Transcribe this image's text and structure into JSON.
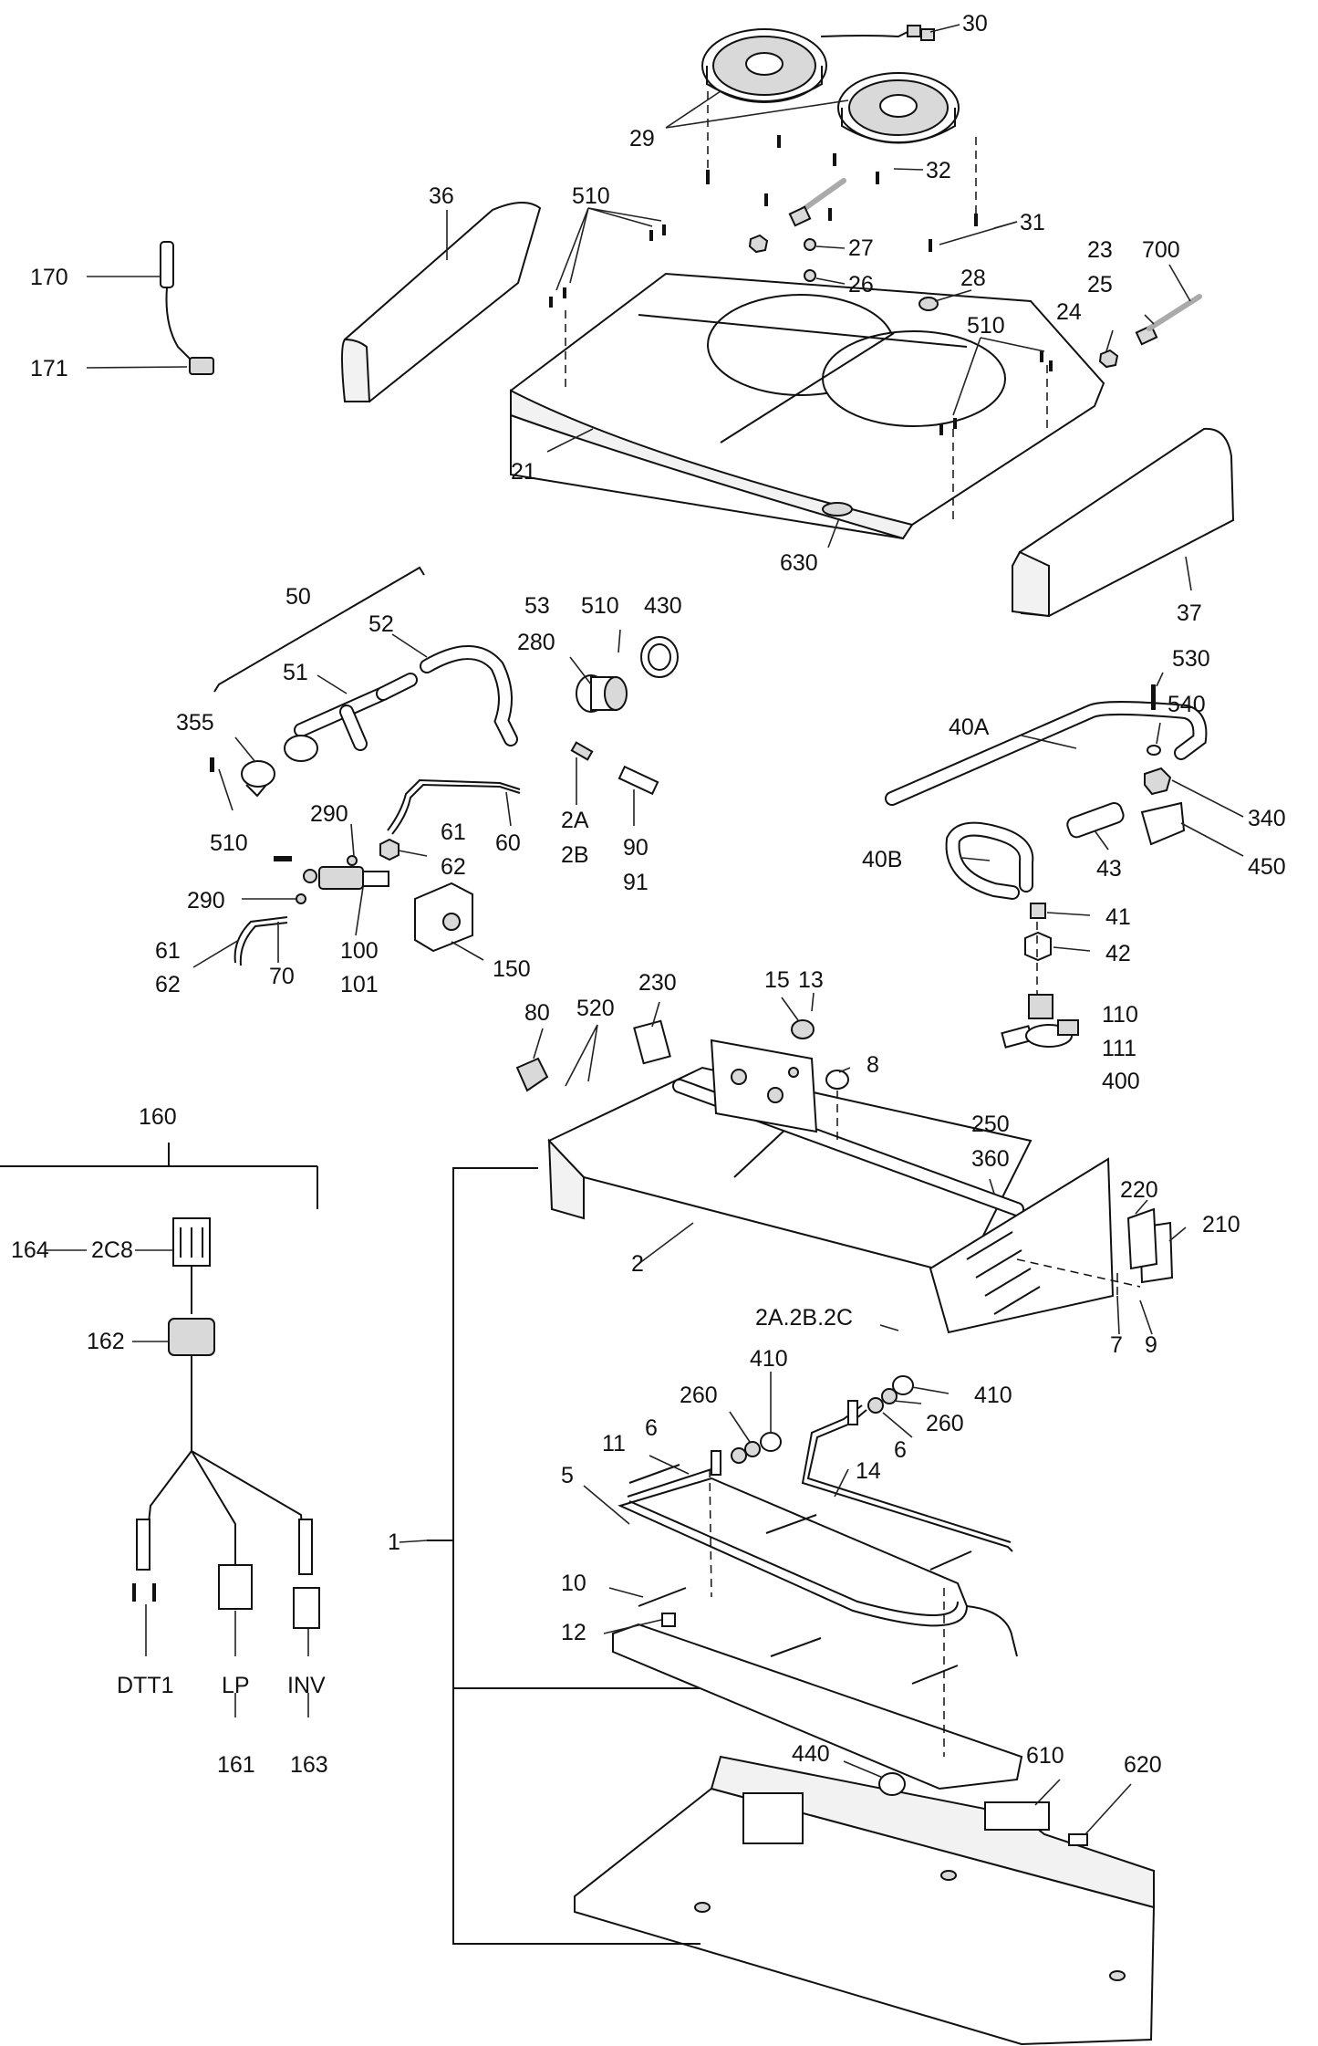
{
  "callouts": {
    "c30": "30",
    "c29": "29",
    "c32": "32",
    "c31": "31",
    "c27": "27",
    "c26": "26",
    "c36": "36",
    "c510a": "510",
    "c28": "28",
    "c23": "23",
    "c700": "700",
    "c25": "25",
    "c24": "24",
    "c510b": "510",
    "c170": "170",
    "c171": "171",
    "c21": "21",
    "c630": "630",
    "c37": "37",
    "c50": "50",
    "c52": "52",
    "c53": "53",
    "c510c": "510",
    "c430": "430",
    "c280": "280",
    "c51": "51",
    "c530": "530",
    "c540": "540",
    "c40A": "40A",
    "c355": "355",
    "c340": "340",
    "c510d": "510",
    "c60": "60",
    "c2A": "2A",
    "c2B": "2B",
    "c90": "90",
    "c91": "91",
    "c290a": "290",
    "c61a": "61",
    "c62a": "62",
    "c40B": "40B",
    "c43": "43",
    "c450": "450",
    "c290b": "290",
    "c100": "100",
    "c101": "101",
    "c150": "150",
    "c61b": "61",
    "c62b": "62",
    "c70": "70",
    "c41": "41",
    "c42": "42",
    "c230": "230",
    "c15": "15",
    "c13": "13",
    "c80": "80",
    "c520": "520",
    "c110": "110",
    "c111": "111",
    "c400": "400",
    "c8": "8",
    "c160": "160",
    "c250": "250",
    "c360": "360",
    "c220": "220",
    "c210": "210",
    "c164": "164",
    "c2C8": "2C8",
    "c2": "2",
    "c162": "162",
    "c2A2B2C": "2A.2B.2C",
    "c7": "7",
    "c9": "9",
    "c410a": "410",
    "c260a": "260",
    "c410b": "410",
    "c6a": "6",
    "c11": "11",
    "c260b": "260",
    "c6b": "6",
    "c5": "5",
    "c14": "14",
    "c1": "1",
    "c10": "10",
    "c12": "12",
    "cDTT1": "DTT1",
    "cLP": "LP",
    "cINV": "INV",
    "c161": "161",
    "c163": "163",
    "c440": "440",
    "c610": "610",
    "c620": "620"
  }
}
